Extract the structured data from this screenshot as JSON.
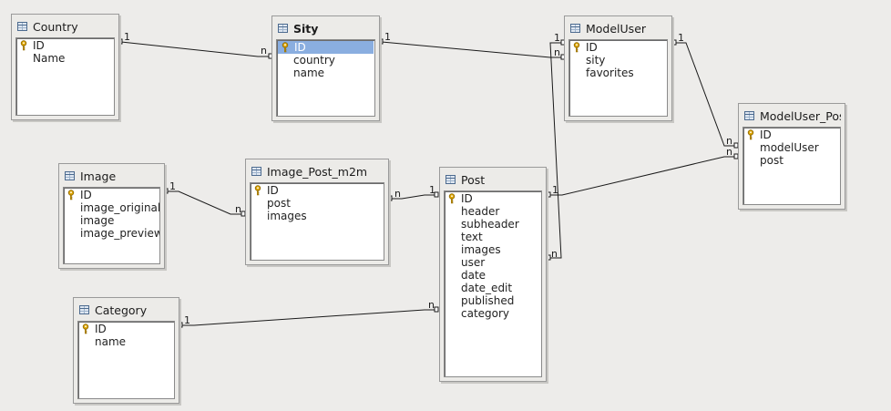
{
  "tables": [
    {
      "id": "country",
      "title": "Country",
      "fields": [
        "ID",
        "Name"
      ]
    },
    {
      "id": "sity",
      "title": "Sity",
      "fields": [
        "ID",
        "country",
        "name"
      ]
    },
    {
      "id": "modeluser",
      "title": "ModelUser",
      "fields": [
        "ID",
        "sity",
        "favorites"
      ]
    },
    {
      "id": "modeluser_post",
      "title": "ModelUser_Post",
      "fields": [
        "ID",
        "modelUser",
        "post"
      ]
    },
    {
      "id": "image",
      "title": "Image",
      "fields": [
        "ID",
        "image_original",
        "image",
        "image_preview"
      ]
    },
    {
      "id": "image_post_m2m",
      "title": "Image_Post_m2m",
      "fields": [
        "ID",
        "post",
        "images"
      ]
    },
    {
      "id": "post",
      "title": "Post",
      "fields": [
        "ID",
        "header",
        "subheader",
        "text",
        "images",
        "user",
        "date",
        "date_edit",
        "published",
        "category"
      ]
    },
    {
      "id": "category",
      "title": "Category",
      "fields": [
        "ID",
        "name"
      ]
    }
  ],
  "relations": [
    {
      "from": "country",
      "to": "sity",
      "from_card": "1",
      "to_card": "n"
    },
    {
      "from": "sity",
      "to": "modeluser",
      "from_card": "1",
      "to_card": "n"
    },
    {
      "from": "modeluser",
      "to": "post",
      "from_card": "1",
      "to_card": "n"
    },
    {
      "from": "modeluser",
      "to": "modeluser_post",
      "from_card": "1",
      "to_card": "n"
    },
    {
      "from": "post",
      "to": "modeluser_post",
      "from_card": "1",
      "to_card": "n"
    },
    {
      "from": "image",
      "to": "image_post_m2m",
      "from_card": "1",
      "to_card": "n"
    },
    {
      "from": "post",
      "to": "image_post_m2m",
      "from_card": "1",
      "to_card": "n"
    },
    {
      "from": "category",
      "to": "post",
      "from_card": "1",
      "to_card": "n"
    }
  ],
  "selected": {
    "table": "sity",
    "field": "ID"
  },
  "colors": {
    "background": "#edecea",
    "selection": "#8aaee0",
    "key": "#e0a800",
    "line": "#1a1a1a"
  }
}
